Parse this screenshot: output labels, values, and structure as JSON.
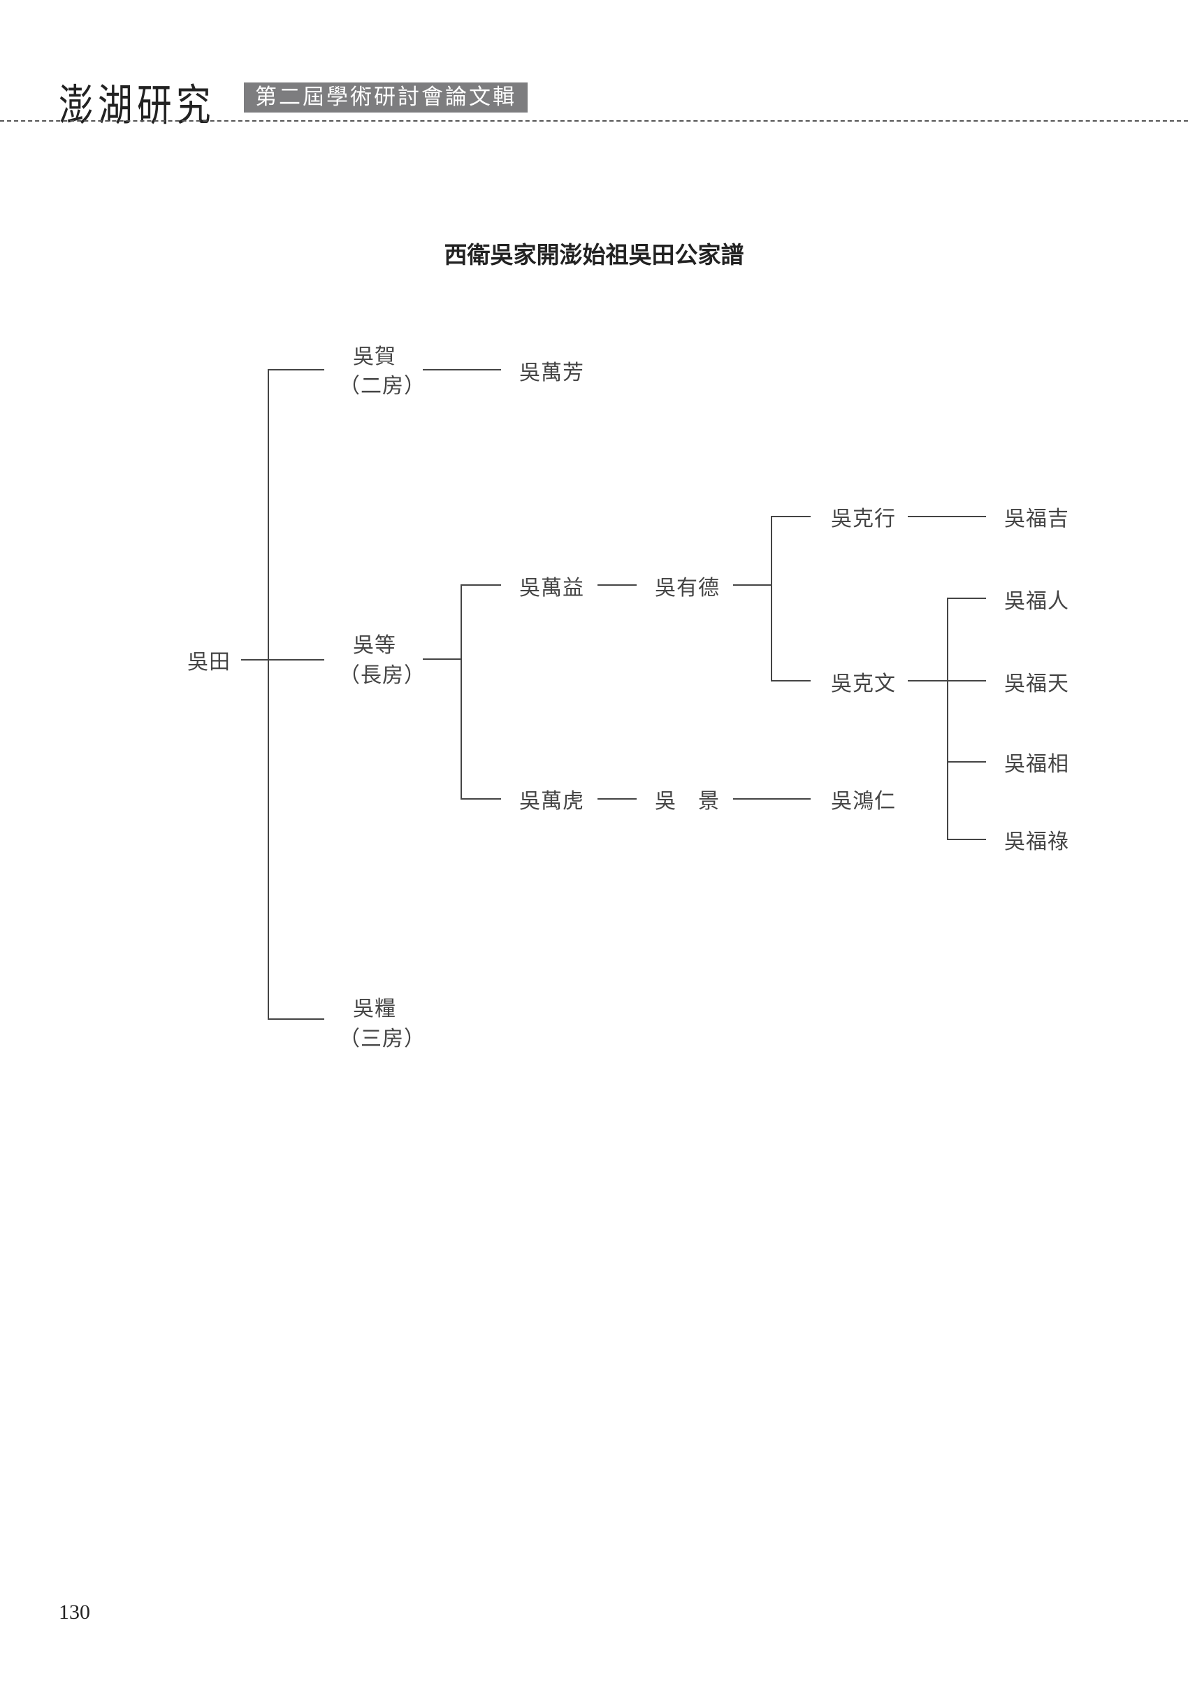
{
  "header": {
    "journal_title": "澎湖研究",
    "subtitle": "第二屆學術研討會論文輯"
  },
  "chart_title": "西衛吳家開澎始祖吳田公家譜",
  "people": {
    "wu_tian": "吳田",
    "wu_he": "吳賀",
    "wu_he_branch": "（二房）",
    "wu_deng": "吳等",
    "wu_deng_branch": "（長房）",
    "wu_liang": "吳糧",
    "wu_liang_branch": "（三房）",
    "wu_wanfang": "吳萬芳",
    "wu_wanyi": "吳萬益",
    "wu_wanhu": "吳萬虎",
    "wu_youde": "吳有德",
    "wu_jing": "吳　景",
    "wu_kexing": "吳克行",
    "wu_kewen": "吳克文",
    "wu_hongren": "吳鴻仁",
    "wu_fuji": "吳福吉",
    "wu_furen": "吳福人",
    "wu_futian": "吳福天",
    "wu_fuxiang": "吳福相",
    "wu_fulu": "吳福祿"
  },
  "page_number": "130"
}
